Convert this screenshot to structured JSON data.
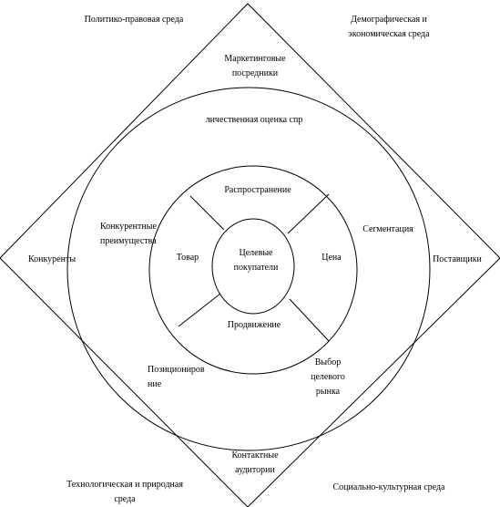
{
  "environment": {
    "political": "Политико-правовая среда",
    "demographic": "Демографическая и\nэкономическая среда",
    "technological": "Технологическая и природная\nсреда",
    "sociocultural": "Социально-культурная среда"
  },
  "micro": {
    "intermediaries": "Маркетинговые\nпосредники",
    "competitors": "Конкуренты",
    "suppliers": "Поставщики",
    "audiences": "Контактные\nаудитории"
  },
  "strategy": {
    "evaluation": "личественная оценка спр",
    "advantages": "Конкурентные\nпреимущества",
    "segmentation": "Сегментация",
    "positioning": "Позициониров\nние",
    "target_choice": "Выбор\nцелевого\nрынка"
  },
  "mix": {
    "distribution": "Распространение",
    "product": "Товар",
    "price": "Цена",
    "promotion": "Продвижение"
  },
  "center": "Целевые\nпокупатели"
}
